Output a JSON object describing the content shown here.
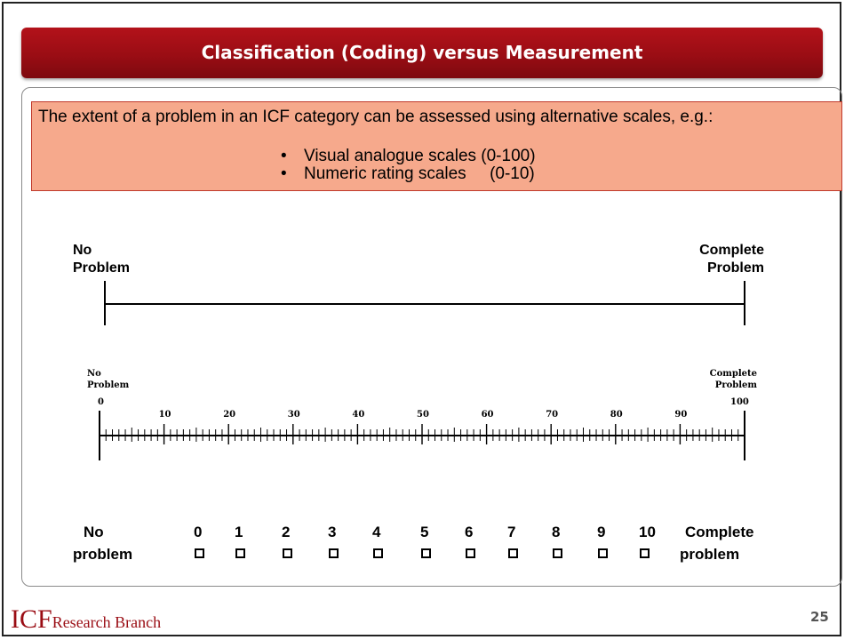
{
  "slide": {
    "title": "Classification (Coding) versus Measurement",
    "callout": {
      "intro": "The extent of a problem in an ICF category can be assessed using alternative scales, e.g.:",
      "bullets": [
        "Visual analogue scales (0-100)",
        "Numeric rating scales     (0-10)"
      ]
    },
    "vas": {
      "left_label_line1": "No",
      "left_label_line2": "Problem",
      "right_label_line1": "Complete",
      "right_label_line2": "Problem"
    },
    "ruler": {
      "left_label_line1": "No",
      "left_label_line2": "Problem",
      "right_label_line1": "Complete",
      "right_label_line2": "Problem",
      "tick_labels": [
        "0",
        "10",
        "20",
        "30",
        "40",
        "50",
        "60",
        "70",
        "80",
        "90",
        "100"
      ]
    },
    "numeric_scale": {
      "left_line1": "No",
      "left_line2": "problem",
      "right_line1": "Complete",
      "right_line2": "problem",
      "numbers": [
        "0",
        "1",
        "2",
        "3",
        "4",
        "5",
        "6",
        "7",
        "8",
        "9",
        "10"
      ]
    },
    "footer": {
      "logo_big": "ICF",
      "logo_small": "Research Branch",
      "page_number": "25"
    }
  }
}
